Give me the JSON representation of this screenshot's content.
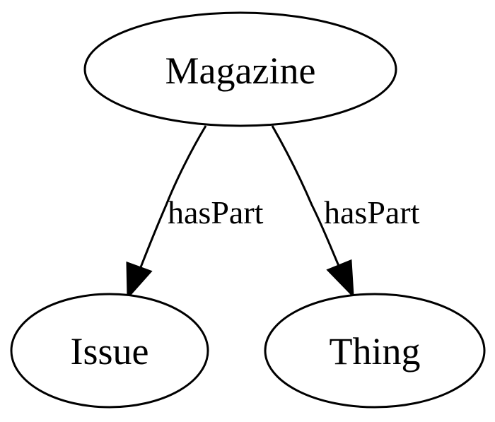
{
  "graph": {
    "nodes": {
      "magazine": "Magazine",
      "issue": "Issue",
      "thing": "Thing"
    },
    "edges": [
      {
        "from": "Magazine",
        "to": "Issue",
        "label": "hasPart"
      },
      {
        "from": "Magazine",
        "to": "Thing",
        "label": "hasPart"
      }
    ]
  }
}
